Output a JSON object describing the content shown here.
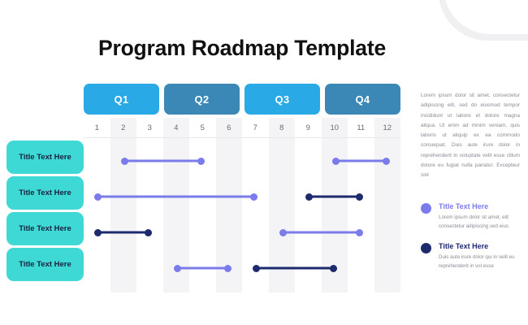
{
  "title": "Program Roadmap Template",
  "colors": {
    "quarter_light": "#29a9e5",
    "quarter_dark": "#3b87b5",
    "row_label": "#3ed9d4",
    "bar_light": "#7b7bec",
    "bar_dark": "#1e2a6e",
    "grid_shade": "#f4f4f6"
  },
  "chart_data": {
    "type": "bar",
    "title": "Program Roadmap Template",
    "quarters": [
      {
        "label": "Q1",
        "tone": "light"
      },
      {
        "label": "Q2",
        "tone": "dark"
      },
      {
        "label": "Q3",
        "tone": "light"
      },
      {
        "label": "Q4",
        "tone": "dark"
      }
    ],
    "months": [
      "1",
      "2",
      "3",
      "4",
      "5",
      "6",
      "7",
      "8",
      "9",
      "10",
      "11",
      "12"
    ],
    "xlabel": "",
    "ylabel": "",
    "rows": [
      {
        "label": "Title Text Here",
        "bars": [
          {
            "start": 2,
            "end": 5,
            "color": "light"
          },
          {
            "start": 10,
            "end": 12,
            "color": "light"
          }
        ]
      },
      {
        "label": "Title Text Here",
        "bars": [
          {
            "start": 1,
            "end": 7,
            "color": "light"
          },
          {
            "start": 9,
            "end": 11,
            "color": "dark"
          }
        ]
      },
      {
        "label": "Title Text Here",
        "bars": [
          {
            "start": 1,
            "end": 3,
            "color": "dark"
          },
          {
            "start": 8,
            "end": 11,
            "color": "light"
          }
        ]
      },
      {
        "label": "Title Text Here",
        "bars": [
          {
            "start": 4,
            "end": 6,
            "color": "light"
          },
          {
            "start": 7,
            "end": 10,
            "color": "dark"
          }
        ]
      }
    ]
  },
  "sidebar": {
    "paragraph": "Lorem ipsum dolor sit amet, consectetur adipiscing elit, sed do eiusmod tempor incididunt ut labore et dolore magna aliqua. Ut enim ad minim veniam, quis laboris ut aliquip ex ea commodo consequat. Duis aute irure dolor in reprehenderit in voluptate velit esse cillum dolore eu fugiat nulla pariatur. Excepteur sint",
    "legend": [
      {
        "title": "Title Text Here",
        "desc": "Lorem ipsum dolor sit amet, elit consectetur adipiscing sed eius",
        "color": "#7b7bec"
      },
      {
        "title": "Title Text Here",
        "desc": "Duis aute irure dolor qui in velit eu reprehenderit in vol esse",
        "color": "#1e2a6e"
      }
    ]
  }
}
